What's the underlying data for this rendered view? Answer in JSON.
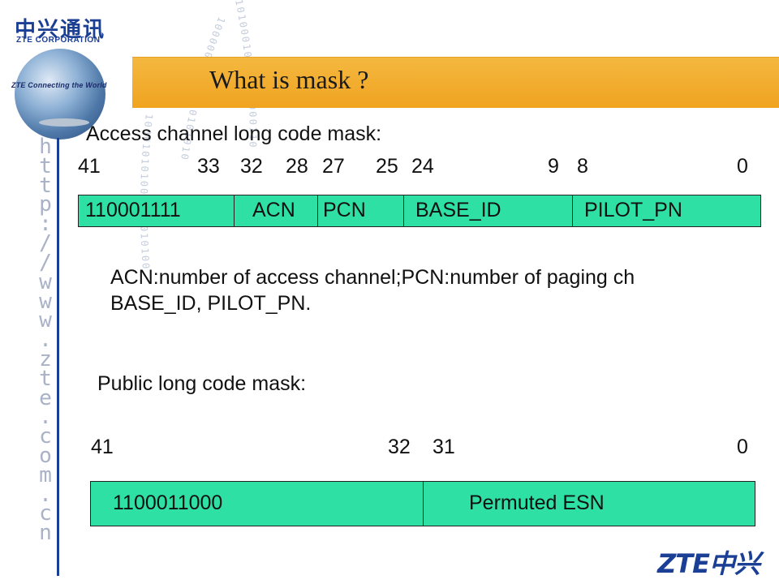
{
  "branding": {
    "logo_cn": "中兴通讯",
    "logo_corp": "ZTE CORPORATION",
    "globe_slogan": "ZTE Connecting the World",
    "url_vertical": "http://www.zte.com.cn",
    "footer_logo_latin": "ZTE",
    "footer_logo_cn": "中兴",
    "swirl_digits_1": "10000000101000101010",
    "swirl_digits_2": "100010101001001010100",
    "swirl_digits_3": "10100010100001000110"
  },
  "slide": {
    "title": "What is mask ?",
    "access_mask_label": "Access channel long code mask:",
    "access_bits": [
      "41",
      "33",
      "32",
      "28",
      "27",
      "25",
      "24",
      "9",
      "8",
      "0"
    ],
    "access_fields": [
      "110001111",
      "ACN",
      "PCN",
      "BASE_ID",
      "PILOT_PN"
    ],
    "note_line1": "ACN:number of access channel;PCN:number of paging ch",
    "note_line2": "BASE_ID, PILOT_PN.",
    "public_mask_label": "Public long code mask:",
    "public_bits": [
      "41",
      "32",
      "31",
      "0"
    ],
    "public_fields": [
      "1100011000",
      "Permuted ESN"
    ]
  }
}
